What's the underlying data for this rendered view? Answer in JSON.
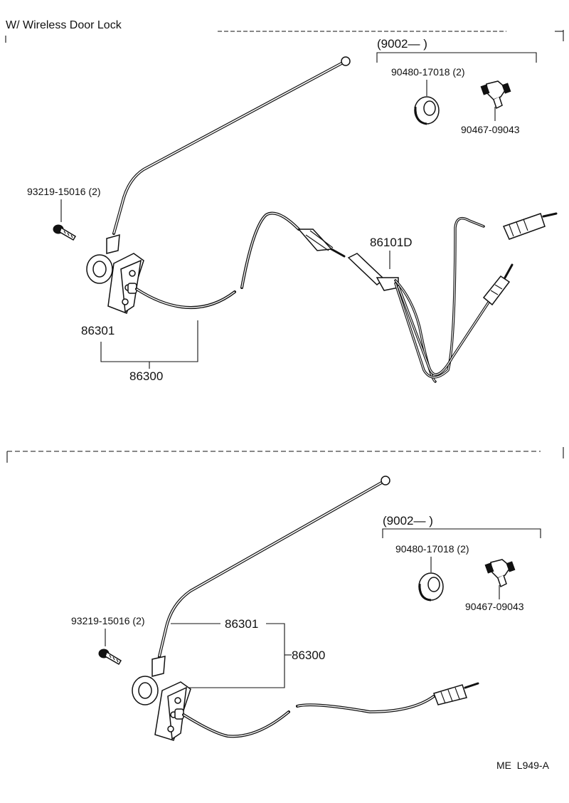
{
  "section_top": {
    "title": "W/ Wireless Door Lock",
    "production_bracket": "(9002—        )",
    "parts": {
      "grommet": "90480-17018 (2)",
      "clip": "90467-09043",
      "screw": "93219-15016 (2)",
      "antenna_pole": "86301",
      "antenna_assy": "86300",
      "cord": "86101D"
    }
  },
  "section_bottom": {
    "production_bracket": "(9002—        )",
    "parts": {
      "grommet": "90480-17018 (2)",
      "clip": "90467-09043",
      "screw": "93219-15016 (2)",
      "antenna_pole": "86301",
      "antenna_assy": "86300"
    }
  },
  "footer_code": "ME  L949-A"
}
